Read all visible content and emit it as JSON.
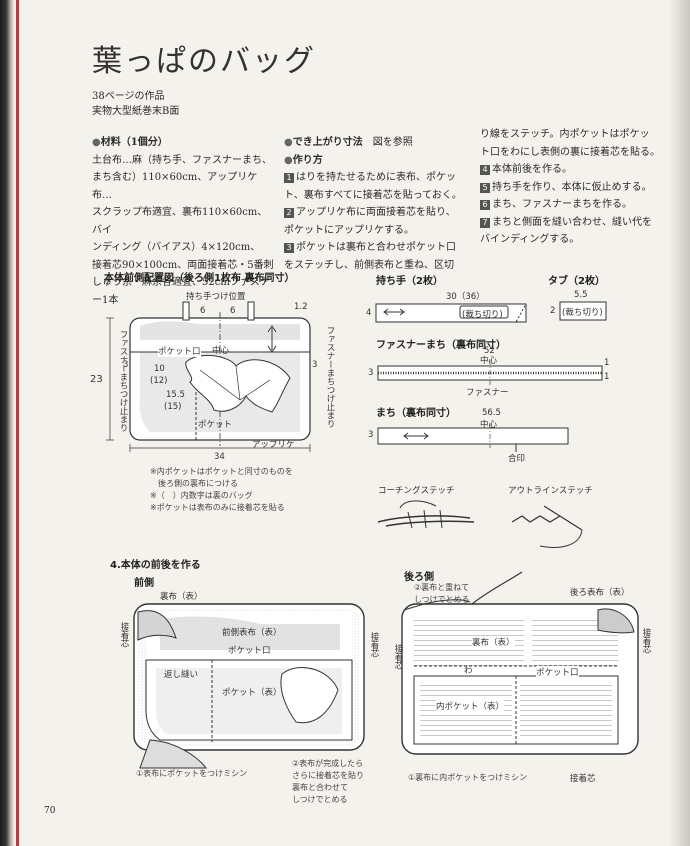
{
  "title": "葉っぱのバッグ",
  "subtitle": [
    "38ページの作品",
    "実物大型紙巻末B面"
  ],
  "materials": {
    "heading": "材料（1個分）",
    "lines": [
      "土台布…麻（持ち手、ファスナーまち、",
      "まち含む）110×60cm、アップリケ布…",
      "スクラップ布適宜、裏布110×60cm、バイ",
      "ンディング（バイアス）4×120cm、",
      "接着芯90×100cm、両面接着芯・5番刺",
      "しゅう糸・麻糸各適宜、52cmファスナ",
      "ー1本"
    ]
  },
  "size": {
    "heading": "でき上がり寸法",
    "value": "図を参照"
  },
  "method": {
    "heading": "作り方",
    "steps": [
      {
        "n": "1",
        "lines": [
          "はりを持たせるために表布、ポケッ",
          "ト、裏布すべてに接着芯を貼っておく。"
        ]
      },
      {
        "n": "2",
        "lines": [
          "アップリケ布に両面接着芯を貼り、",
          "ポケットにアップリケする。"
        ]
      },
      {
        "n": "3",
        "lines": [
          "ポケットは裏布と合わせポケット口",
          "をステッチし、前側表布と重ね、区切"
        ]
      }
    ],
    "cont_lines": [
      "り線をステッチ。内ポケットはポケッ",
      "ト口をわにし表側の裏に接着芯を貼る。"
    ],
    "steps2": [
      {
        "n": "4",
        "lines": [
          "本体前後を作る。"
        ]
      },
      {
        "n": "5",
        "lines": [
          "持ち手を作り、本体に仮止めする。"
        ]
      },
      {
        "n": "6",
        "lines": [
          "まち、ファスナーまちを作る。"
        ]
      },
      {
        "n": "7",
        "lines": [
          "まちと側面を縫い合わせ、縫い代を",
          "バインディングする。"
        ]
      }
    ]
  },
  "diagram_main": {
    "heading": "本体前側配置図（後ろ側1枚布 裏布同寸）",
    "handle_pos": "持ち手つけ位置",
    "dim_6a": "6",
    "dim_6b": "6",
    "dim_12": "1.2",
    "pocket_mouth": "ポケット口",
    "center": "中心",
    "left_zip": "ファスナーまちつけ止まり",
    "right_zip": "ファスナーまちつけ止まり",
    "dim_23": "23",
    "dim_3l": "3",
    "dim_3r": "3",
    "dim_10": "10",
    "dim_12b": "(12)",
    "dim_155": "15.5",
    "dim_15": "(15)",
    "pocket": "ポケット",
    "applique": "アップリケ",
    "dim_34": "34",
    "notes": [
      "※内ポケットはポケットと同寸のものを",
      "　後ろ側の裏布につける",
      "※（　）内数字は裏のバッグ",
      "※ポケットは表布のみに接着芯を貼る"
    ]
  },
  "handle": {
    "heading": "持ち手（2枚）",
    "dim": "30（36）",
    "cut": "裁ち切り",
    "side": "4"
  },
  "tab": {
    "heading": "タブ（2枚）",
    "dim": "5.5",
    "cut": "裁ち切り",
    "side": "2"
  },
  "zip_gusset": {
    "heading": "ファスナーまち（裏布同寸）",
    "dim": "52",
    "center": "中心",
    "zipper": "ファスナー",
    "side": "3",
    "r1": "1",
    "r2": "1"
  },
  "gusset": {
    "heading": "まち（裏布同寸）",
    "dim": "56.5",
    "center": "中心",
    "joint": "合印",
    "side": "3"
  },
  "stitches": {
    "couching": "コーチングステッチ",
    "outline": "アウトラインステッチ"
  },
  "step4": {
    "heading": "4.本体の前後を作る",
    "front": {
      "heading": "前側",
      "labels": {
        "lining": "裏布（表）",
        "interfacing": "接着芯",
        "front_fabric": "前側表布（表）",
        "pocket_mouth": "ポケット口",
        "return": "返し縫い",
        "pocket": "ポケット（表）",
        "interfacing_r": "接着芯"
      },
      "note1": "①表布にポケットをつけミシン",
      "note2": [
        "②表布が完成したら",
        "さらに接着芯を貼り",
        "裏布と合わせて",
        "しつけでとめる"
      ]
    },
    "back": {
      "heading": "後ろ側",
      "note_top": [
        "②裏布と重ねて",
        "しつけでとめる"
      ],
      "labels": {
        "back_fabric": "後ろ表布（表）",
        "lining": "裏布（表）",
        "pocket_mouth": "ポケット口",
        "fold": "わ",
        "inner_pocket": "内ポケット（表）",
        "interfacing_l": "接着芯",
        "interfacing_r": "接着芯",
        "interfacing_b": "接着芯"
      },
      "note1": "①裏布に内ポケットをつけミシン"
    }
  },
  "page_number": "70"
}
